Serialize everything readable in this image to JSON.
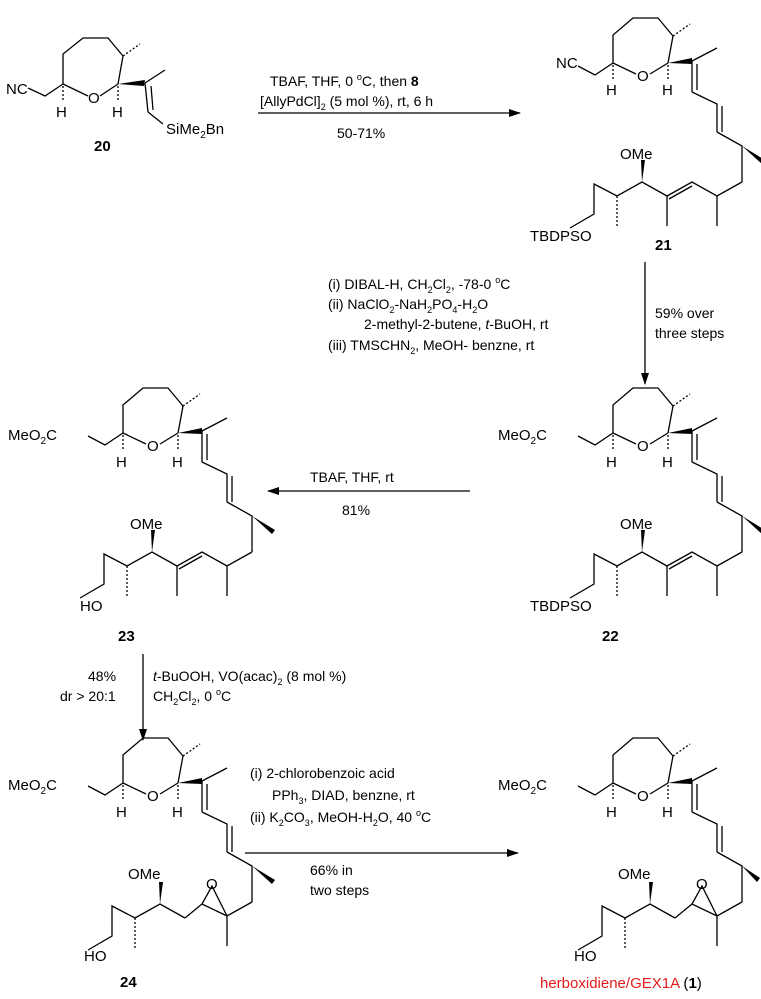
{
  "compounds": {
    "c20": {
      "number": "20",
      "labels": {
        "nitrile": "NC",
        "h1": "H",
        "o": "O",
        "h2": "H",
        "silyl_a": "SiMe",
        "silyl_sub": "2",
        "silyl_b": "Bn"
      }
    },
    "c21": {
      "number": "21",
      "labels": {
        "nitrile": "NC",
        "h1": "H",
        "o": "O",
        "h2": "H",
        "ome": "OMe",
        "tbdpso": "TBDPSO"
      }
    },
    "c22": {
      "number": "22",
      "labels": {
        "ester_a": "MeO",
        "ester_sub": "2",
        "ester_b": "C",
        "h1": "H",
        "o": "O",
        "h2": "H",
        "ome": "OMe",
        "tbdpso": "TBDPSO"
      }
    },
    "c23": {
      "number": "23",
      "labels": {
        "ester_a": "MeO",
        "ester_sub": "2",
        "ester_b": "C",
        "h1": "H",
        "o": "O",
        "h2": "H",
        "ome": "OMe",
        "ho": "HO"
      }
    },
    "c24": {
      "number": "24",
      "labels": {
        "ester_a": "MeO",
        "ester_sub": "2",
        "ester_b": "C",
        "h1": "H",
        "o": "O",
        "h2": "H",
        "ome": "OMe",
        "ho": "HO",
        "epox_o": "O"
      }
    },
    "c1": {
      "name": "herboxidiene/GEX1A",
      "number_open": " (",
      "number": "1",
      "number_close": ")",
      "labels": {
        "ester_a": "MeO",
        "ester_sub": "2",
        "ester_b": "C",
        "h1": "H",
        "o": "O",
        "h2": "H",
        "ome": "OMe",
        "ho": "HO",
        "epox_o": "O"
      }
    }
  },
  "steps": {
    "s1": {
      "line1_a": "TBAF, THF, 0 ",
      "line1_deg": "o",
      "line1_b": "C, then ",
      "line1_bold": "8",
      "line2_a": "[AllyPdCl]",
      "line2_sub": "2",
      "line2_b": " (5 mol %), rt, 6 h",
      "yield": "50-71%"
    },
    "s2": {
      "i_a": "(i) DIBAL-H, CH",
      "i_sub": "2",
      "i_b": "Cl",
      "i_sub2": "2",
      "i_c": ", -78-0 ",
      "i_deg": "o",
      "i_d": "C",
      "ii_a": "(ii) NaClO",
      "ii_sub": "2",
      "ii_b": "-NaH",
      "ii_sub2": "2",
      "ii_c": "PO",
      "ii_sub3": "4",
      "ii_d": "-H",
      "ii_sub4": "2",
      "ii_e": "O",
      "ii2_a": "2-methyl-2-butene, ",
      "ii2_it": "t",
      "ii2_b": "-BuOH, rt",
      "iii_a": "(iii) TMSCHN",
      "iii_sub": "2",
      "iii_b": ", MeOH- benzne, rt",
      "yield_1": "59% over",
      "yield_2": "three steps"
    },
    "s3": {
      "line1": "TBAF, THF, rt",
      "yield": "81%"
    },
    "s4": {
      "yield": "48%",
      "dr": "dr > 20:1",
      "line1_it": "t",
      "line1_a": "-BuOOH, VO(acac)",
      "line1_sub": "2",
      "line1_b": " (8 mol %)",
      "line2_a": "CH",
      "line2_sub": "2",
      "line2_b": "Cl",
      "line2_sub2": "2",
      "line2_c": ", 0 ",
      "line2_deg": "o",
      "line2_d": "C"
    },
    "s5": {
      "i": "(i) 2-chlorobenzoic acid",
      "i2_a": "PPh",
      "i2_sub": "3",
      "i2_b": ", DIAD, benzne, rt",
      "ii_a": "(ii) K",
      "ii_sub": "2",
      "ii_b": "CO",
      "ii_sub2": "3",
      "ii_c": ", MeOH-H",
      "ii_sub3": "2",
      "ii_d": "O, 40 ",
      "ii_deg": "o",
      "ii_e": "C",
      "yield_1": "66% in",
      "yield_2": "two steps"
    }
  },
  "colors": {
    "ink": "#000000",
    "highlight": "#e31b1b",
    "background": "#ffffff"
  }
}
